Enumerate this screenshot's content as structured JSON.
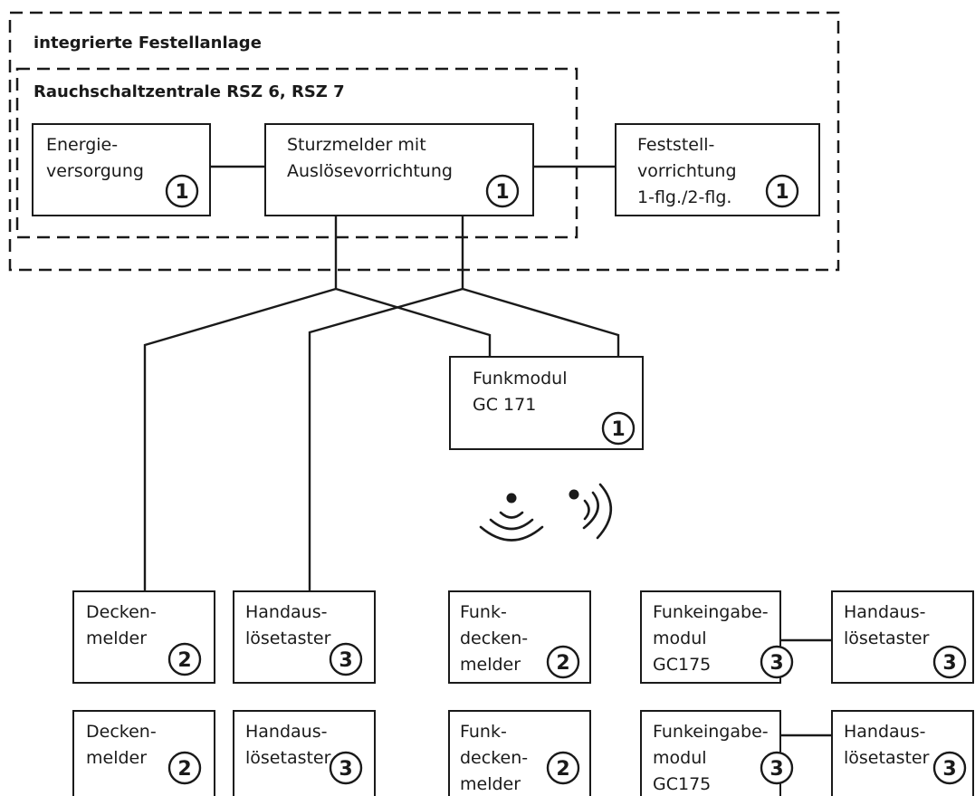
{
  "groups": {
    "outer": "integrierte Festellanlage",
    "inner": "Rauchschaltzentrale RSZ 6, RSZ 7"
  },
  "boxes": {
    "energie": {
      "lines": [
        "Energie-",
        "versorgung"
      ],
      "badge": "1"
    },
    "sturzmelder": {
      "lines": [
        "Sturzmelder mit",
        "Auslösevorrichtung"
      ],
      "badge": "1"
    },
    "feststell": {
      "lines": [
        "Feststell-",
        "vorrichtung",
        "1-flg./2-flg."
      ],
      "badge": "1"
    },
    "funkmodul": {
      "lines": [
        "Funkmodul",
        "GC 171"
      ],
      "badge": "1"
    },
    "decken_1": {
      "lines": [
        "Decken-",
        "melder"
      ],
      "badge": "2"
    },
    "hand_1": {
      "lines": [
        "Handaus-",
        "lösetaster"
      ],
      "badge": "3"
    },
    "funkdecken_1": {
      "lines": [
        "Funk-",
        "decken-",
        "melder"
      ],
      "badge": "2"
    },
    "funkeingabe_1": {
      "lines": [
        "Funkeingabe-",
        "modul",
        "GC175"
      ],
      "badge": "3"
    },
    "hand_r1": {
      "lines": [
        "Handaus-",
        "lösetaster"
      ],
      "badge": "3"
    },
    "decken_2": {
      "lines": [
        "Decken-",
        "melder"
      ],
      "badge": "2"
    },
    "hand_2": {
      "lines": [
        "Handaus-",
        "lösetaster"
      ],
      "badge": "3"
    },
    "funkdecken_2": {
      "lines": [
        "Funk-",
        "decken-",
        "melder"
      ],
      "badge": "2"
    },
    "funkeingabe_2": {
      "lines": [
        "Funkeingabe-",
        "modul",
        "GC175"
      ],
      "badge": "3"
    },
    "hand_r2": {
      "lines": [
        "Handaus-",
        "lösetaster"
      ],
      "badge": "3"
    }
  }
}
